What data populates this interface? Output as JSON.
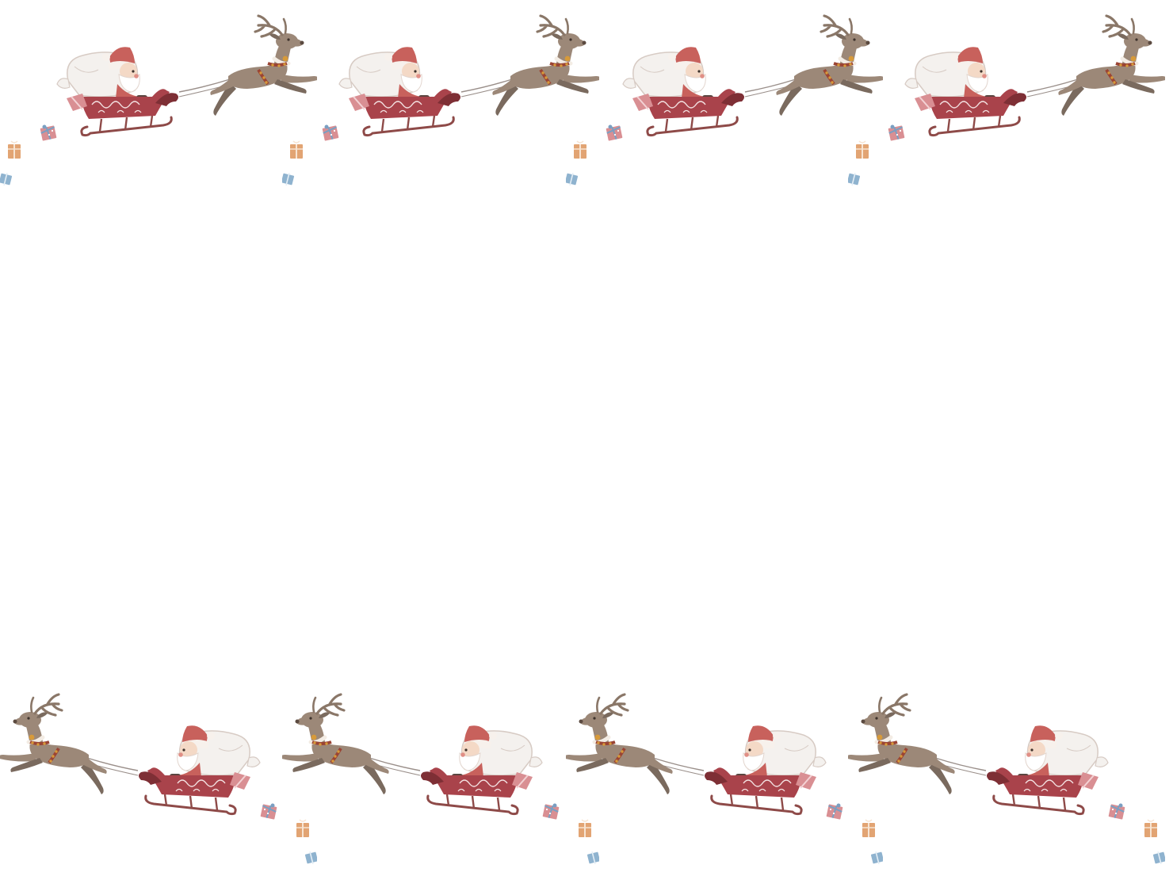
{
  "page": {
    "background_color": "#ffffff"
  },
  "decoration": {
    "motif": "santa-sleigh-reindeer",
    "top_border": {
      "repeat_count": 4,
      "direction": "flying-right"
    },
    "bottom_border": {
      "repeat_count": 4,
      "direction": "flying-left"
    },
    "colors": {
      "reindeer": "#9c8878",
      "reindeer_dark": "#7a6a5e",
      "antler": "#8a7768",
      "harness": "#9a4434",
      "bell_gold": "#d79a3a",
      "sleigh": "#a9434b",
      "sleigh_dark": "#7e2f35",
      "sleigh_runner": "#8e4a48",
      "santa_suit": "#c8615c",
      "santa_face": "#f4d9c6",
      "beard": "#ffffff",
      "sack": "#f4f1ee",
      "sack_outline": "#d7cbc4",
      "gift_pink": "#d98f93",
      "gift_orange": "#e2a473",
      "gift_blue": "#8fb3cf",
      "gift_ribbon": "#7a9fc2",
      "rein": "#9a8f8a"
    },
    "icons": [
      "reindeer-icon",
      "sleigh-icon",
      "santa-icon",
      "gift-sack-icon",
      "gift-box-icon"
    ]
  }
}
